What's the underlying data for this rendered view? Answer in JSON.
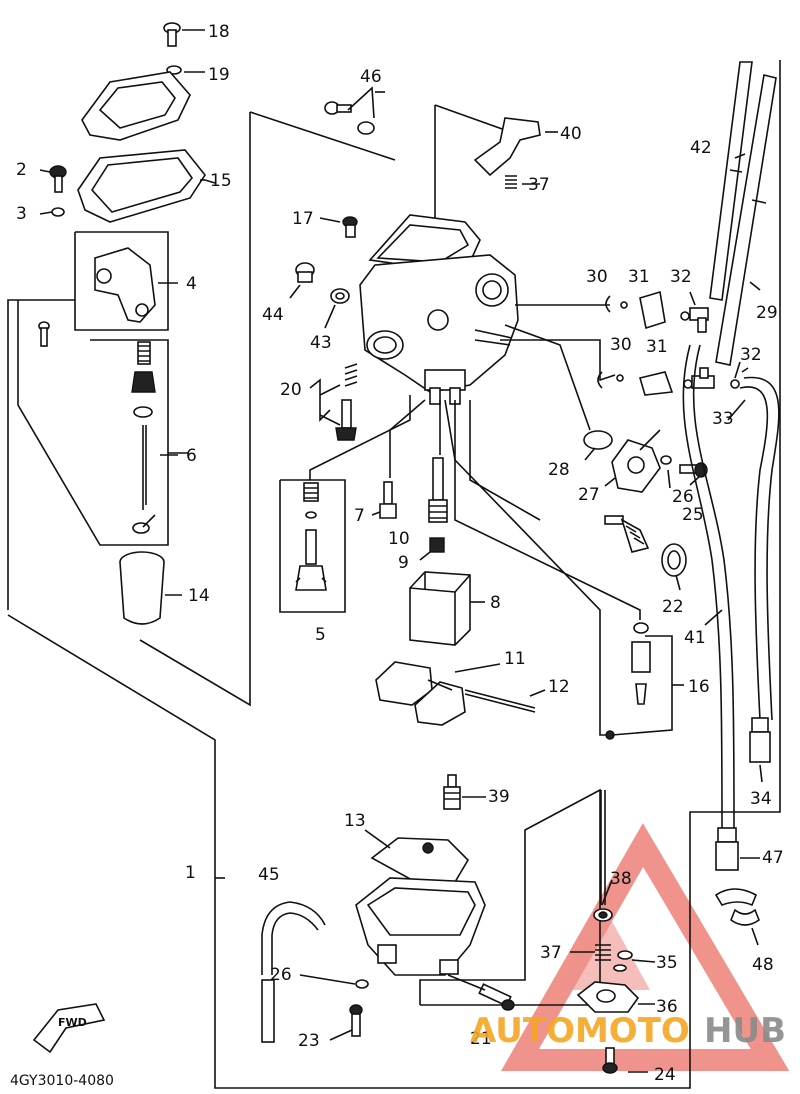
{
  "diagram": {
    "code": "4GY3010-4080",
    "fwd_label": "FWD",
    "labels": {
      "l1": "1",
      "l2": "2",
      "l3": "3",
      "l4": "4",
      "l5": "5",
      "l6": "6",
      "l7": "7",
      "l8": "8",
      "l9": "9",
      "l10": "10",
      "l11": "11",
      "l12": "12",
      "l13": "13",
      "l14": "14",
      "l15": "15",
      "l16": "16",
      "l17": "17",
      "l18": "18",
      "l19": "19",
      "l20": "20",
      "l21": "21",
      "l22": "22",
      "l23": "23",
      "l24": "24",
      "l25": "25",
      "l26a": "26",
      "l26b": "26",
      "l27": "27",
      "l28": "28",
      "l29": "29",
      "l30a": "30",
      "l30b": "30",
      "l31a": "31",
      "l31b": "31",
      "l32a": "32",
      "l32b": "32",
      "l33": "33",
      "l34": "34",
      "l35": "35",
      "l36": "36",
      "l37a": "37",
      "l37b": "37",
      "l38": "38",
      "l39": "39",
      "l40": "40",
      "l41": "41",
      "l42": "42",
      "l43": "43",
      "l44": "44",
      "l45": "45",
      "l46": "46",
      "l47": "47",
      "l48": "48"
    }
  },
  "watermark": {
    "text_orange": "AUTOMOTO",
    "text_gray": "HUB",
    "colors": {
      "orange": "#f5a623",
      "gray": "#8a8a8a",
      "triangle": "#e23b2e"
    }
  }
}
